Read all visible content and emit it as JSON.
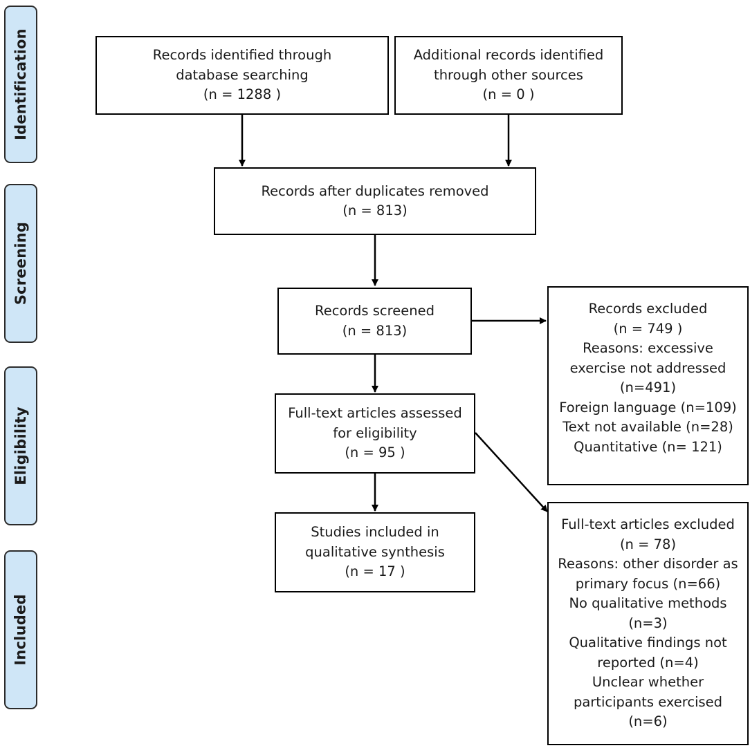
{
  "phases": [
    {
      "label": "Identification"
    },
    {
      "label": "Screening"
    },
    {
      "label": "Eligibility"
    },
    {
      "label": "Included"
    }
  ],
  "boxes": {
    "database_records": {
      "lines": [
        "Records identified through",
        "database searching",
        "(n = 1288  )"
      ]
    },
    "other_sources": {
      "lines": [
        "Additional records identified",
        "through other sources",
        "(n = 0  )"
      ]
    },
    "after_duplicates": {
      "lines": [
        "Records after duplicates removed",
        "(n = 813)"
      ]
    },
    "screened": {
      "lines": [
        "Records screened",
        "(n = 813)"
      ]
    },
    "excluded": {
      "lines": [
        "Records excluded",
        "(n = 749  )",
        "Reasons: excessive",
        "exercise not addressed",
        "(n=491)",
        "Foreign language (n=109)",
        "Text not available (n=28)",
        "Quantitative (n= 121)"
      ]
    },
    "fulltext_assessed": {
      "lines": [
        "Full-text articles assessed",
        "for eligibility",
        "(n = 95  )"
      ]
    },
    "fulltext_excluded": {
      "lines": [
        "Full-text articles excluded",
        "(n = 78)",
        "Reasons: other disorder as",
        "primary focus (n=66)",
        "No qualitative methods",
        "(n=3)",
        "Qualitative findings not",
        "reported (n=4)",
        "Unclear whether",
        "participants exercised",
        "(n=6)"
      ]
    },
    "included": {
      "lines": [
        "Studies included in",
        "qualitative synthesis",
        "(n = 17  )"
      ]
    }
  }
}
